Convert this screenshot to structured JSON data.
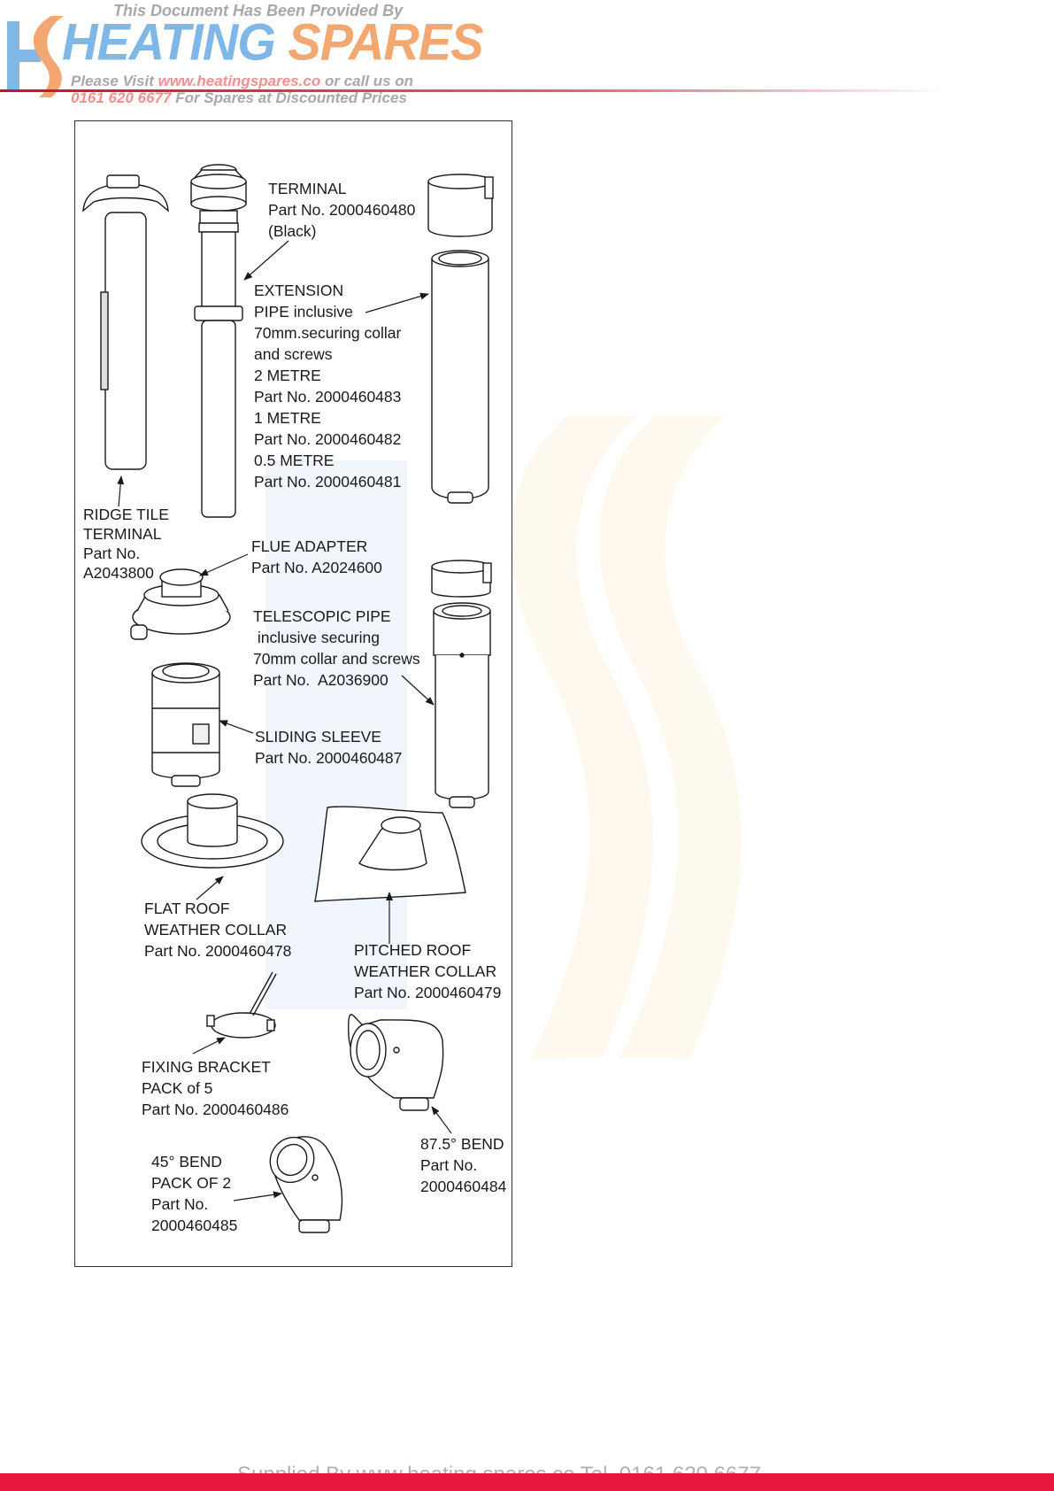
{
  "header": {
    "provided_by": "This Document Has Been Provided By",
    "brand_part1": "HEATING",
    "brand_part2": "SPARES",
    "visit_prefix": "Please Visit",
    "visit_url": "www.heatingspares.co",
    "visit_suffix": "or call us on",
    "phone": "0161 620 6677",
    "phone_suffix": "For Spares at Discounted Prices"
  },
  "parts": [
    {
      "id": "terminal",
      "lines": [
        "TERMINAL",
        "Part No. 2000460480",
        "(Black)"
      ]
    },
    {
      "id": "extension-pipe",
      "lines": [
        "EXTENSION",
        "PIPE inclusive",
        "70mm.securing collar",
        "and screws",
        "2 METRE",
        "Part No. 2000460483",
        "1 METRE",
        "Part No. 2000460482",
        "0.5 METRE",
        "Part No. 2000460481"
      ]
    },
    {
      "id": "ridge-tile-terminal",
      "lines": [
        "RIDGE TILE",
        "TERMINAL",
        "Part No.",
        "A2043800"
      ]
    },
    {
      "id": "flue-adapter",
      "lines": [
        "FLUE ADAPTER",
        "Part No. A2024600"
      ]
    },
    {
      "id": "telescopic-pipe",
      "lines": [
        "TELESCOPIC PIPE",
        " inclusive securing",
        "70mm collar and screws",
        "Part No.  A2036900"
      ]
    },
    {
      "id": "sliding-sleeve",
      "lines": [
        "SLIDING SLEEVE",
        "Part No. 2000460487"
      ]
    },
    {
      "id": "flat-roof-weather-collar",
      "lines": [
        "FLAT ROOF",
        "WEATHER COLLAR",
        "Part No. 2000460478"
      ]
    },
    {
      "id": "pitched-roof-weather-collar",
      "lines": [
        "PITCHED ROOF",
        "WEATHER COLLAR",
        "Part No. 2000460479"
      ]
    },
    {
      "id": "fixing-bracket",
      "lines": [
        "FIXING BRACKET",
        "PACK of 5",
        "Part No. 2000460486"
      ]
    },
    {
      "id": "bend-87",
      "lines": [
        "87.5° BEND",
        "Part No.",
        "2000460484"
      ]
    },
    {
      "id": "bend-45",
      "lines": [
        "45° BEND",
        "PACK OF 2",
        "Part No.",
        "2000460485"
      ]
    }
  ],
  "footer": {
    "text": "Supplied By www.heating spares.co  Tel. 0161 620 6677"
  },
  "colors": {
    "brand_blue": "#7fb8e6",
    "brand_orange": "#f2a870",
    "rule_red": "#c8102e",
    "footer_red": "#e5173f"
  }
}
